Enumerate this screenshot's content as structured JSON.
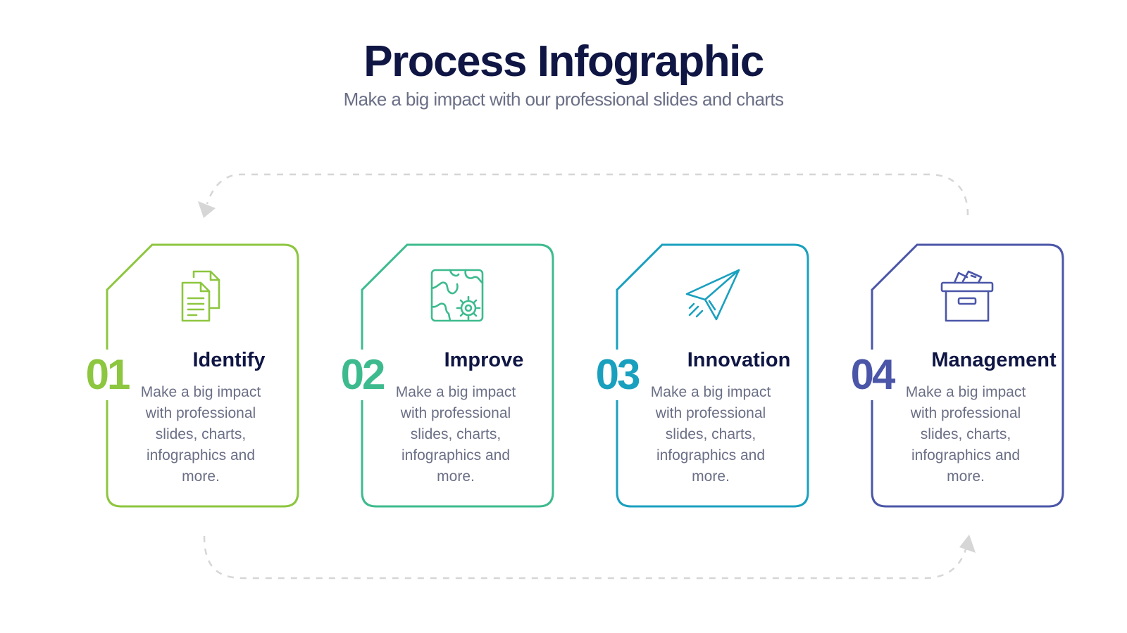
{
  "header": {
    "title": "Process Infographic",
    "subtitle": "Make a big impact with our professional slides and charts"
  },
  "connector_color": "#d6d6d6",
  "steps": [
    {
      "number": "01",
      "title": "Identify",
      "description": "Make a big impact with professional slides, charts, infographics and more.",
      "color": "#8dc63f",
      "icon": "documents-icon"
    },
    {
      "number": "02",
      "title": "Improve",
      "description": "Make a big impact with professional slides, charts, infographics and more.",
      "color": "#3dbb8e",
      "icon": "puzzle-gear-icon"
    },
    {
      "number": "03",
      "title": "Innovation",
      "description": "Make a big impact with professional slides, charts, infographics and more.",
      "color": "#1aa0bf",
      "icon": "paper-plane-icon"
    },
    {
      "number": "04",
      "title": "Management",
      "description": "Make a big impact with professional slides, charts, infographics and more.",
      "color": "#4b56a8",
      "icon": "archive-box-icon"
    }
  ]
}
